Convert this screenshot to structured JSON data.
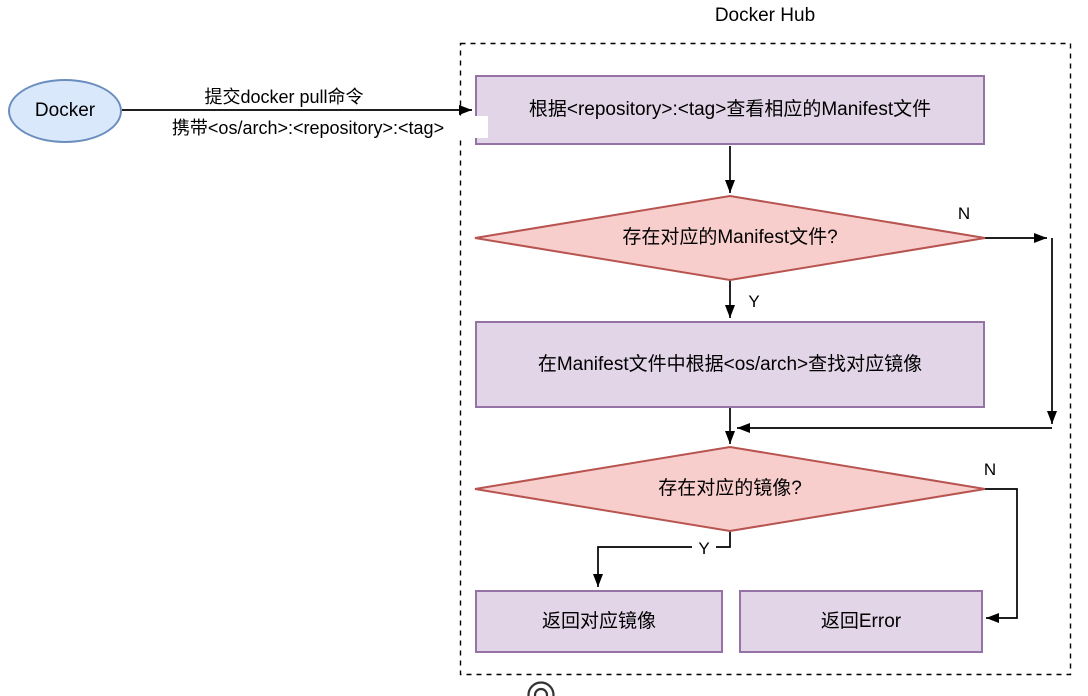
{
  "diagram": {
    "container_title": "Docker Hub",
    "client_node": "Docker",
    "request_edge": {
      "line1": "提交docker pull命令",
      "line2": "携带<os/arch>:<repository>:<tag>"
    },
    "steps": {
      "lookup_manifest": "根据<repository>:<tag>查看相应的Manifest文件",
      "find_image": "在Manifest文件中根据<os/arch>查找对应镜像",
      "return_image": "返回对应镜像",
      "return_error": "返回Error"
    },
    "decisions": {
      "manifest_exists": "存在对应的Manifest文件?",
      "image_exists": "存在对应的镜像?"
    },
    "branch_labels": {
      "manifest_no": "N",
      "manifest_yes": "Y",
      "image_no": "N",
      "image_yes": "Y"
    }
  },
  "icons": {
    "bottom_partial": "magnifier"
  },
  "colors": {
    "client_fill": "#dae8fc",
    "client_border": "#6c8ebf",
    "step_fill": "#e1d5e7",
    "step_border": "#9673a6",
    "decision_fill": "#f8cecc",
    "decision_border": "#b85450",
    "line": "#000000",
    "text": "#000000",
    "background": "#ffffff"
  }
}
